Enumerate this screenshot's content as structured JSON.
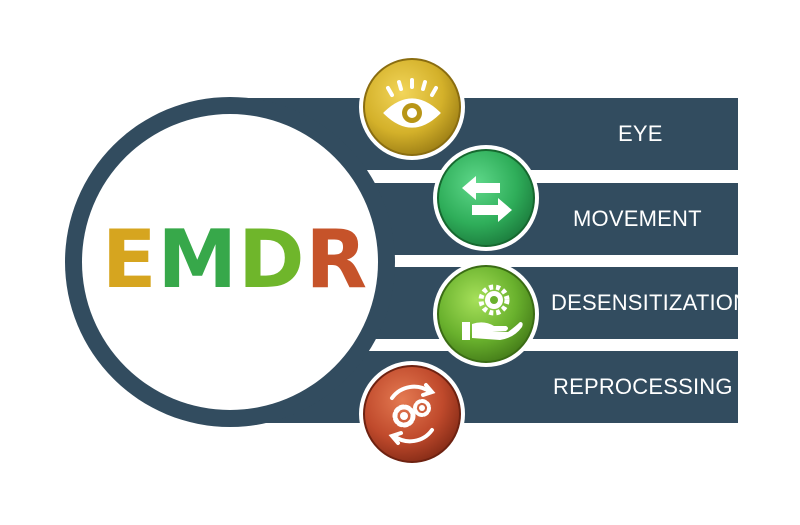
{
  "title": {
    "letters": [
      {
        "char": "E",
        "color": "#d6a51f"
      },
      {
        "char": "M",
        "color": "#37a84a"
      },
      {
        "char": "D",
        "color": "#6fb62b"
      },
      {
        "char": "R",
        "color": "#c6532a"
      }
    ]
  },
  "steps": [
    {
      "label": "EYE",
      "icon": "eye-icon",
      "color": "#d4b12a"
    },
    {
      "label": "MOVEMENT",
      "icon": "arrows-exchange-icon",
      "color": "#2fae5a"
    },
    {
      "label": "DESENSITIZATION",
      "icon": "gear-hand-icon",
      "color": "#69b12d"
    },
    {
      "label": "REPROCESSING",
      "icon": "gears-cycle-icon",
      "color": "#c04a2c"
    }
  ],
  "colors": {
    "panel": "#324c5f",
    "background": "#ffffff"
  }
}
